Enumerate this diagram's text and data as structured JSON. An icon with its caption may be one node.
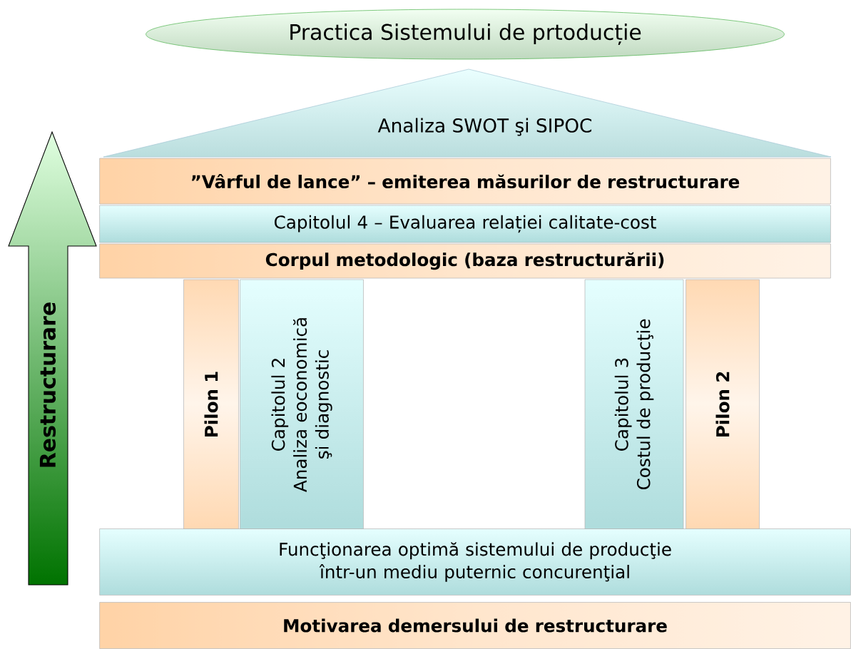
{
  "diagram": {
    "nodes": [
      {
        "text": [
          "Practica Sistemului de prtoducție"
        ]
      },
      {
        "text": [
          "Analiza SWOT şi SIPOC"
        ]
      },
      {
        "text": [
          "”Vârful de lance” – emiterea măsurilor de restructurare"
        ]
      },
      {
        "text": [
          "Capitolul 4 – Evaluarea relației calitate-cost"
        ]
      },
      {
        "text": [
          "Corpul metodologic (baza restructurării)"
        ]
      },
      {
        "text": [
          "Pilon 1"
        ]
      },
      {
        "text": [
          "Capitolul 2",
          "Analiza eoconomică şi diagnostic"
        ]
      },
      {
        "text": [
          "Capitolul 3",
          "Costul de producţie"
        ]
      },
      {
        "text": [
          "Pilon 2"
        ]
      },
      {
        "text": [
          "Funcţionarea optimă sistemului de producţie într-un mediu puternic concurenţial"
        ]
      },
      {
        "text": [
          "Motivarea demersului de restructurare"
        ]
      },
      {
        "text": [
          "Restructurare"
        ]
      }
    ]
  }
}
